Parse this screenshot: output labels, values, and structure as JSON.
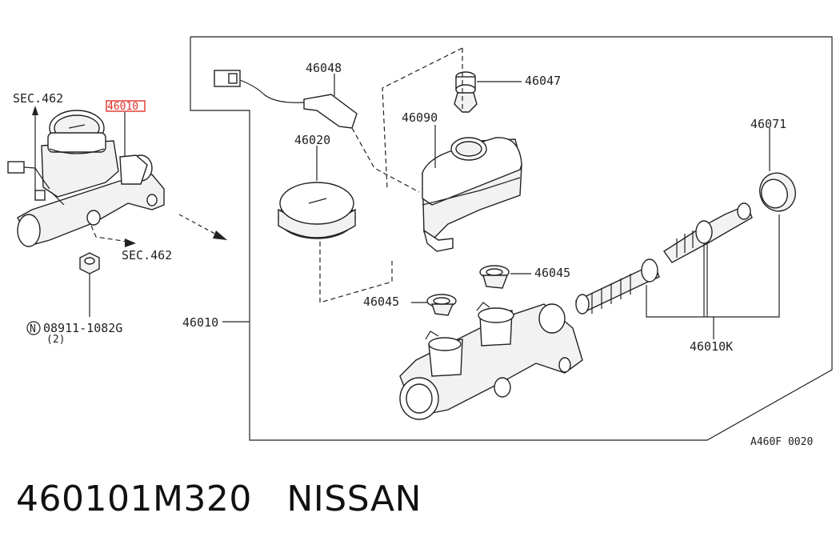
{
  "labels": {
    "sec_top": "SEC.462",
    "part_highlight": "46010",
    "sec_bottom": "SEC.462",
    "nut_ref": "08911-1082G",
    "nut_ref_prefix": "N",
    "nut_qty": "(2)",
    "assembly": "46010",
    "p46048": "46048",
    "p46047": "46047",
    "p46090": "46090",
    "p46020": "46020",
    "p46071": "46071",
    "p46045a": "46045",
    "p46045b": "46045",
    "p46010k": "46010K",
    "figure_code": "A460F 0020"
  },
  "caption": {
    "part_number": "460101M320",
    "brand": "NISSAN"
  },
  "colors": {
    "highlight_box": "#e0322b",
    "line": "#222222"
  }
}
